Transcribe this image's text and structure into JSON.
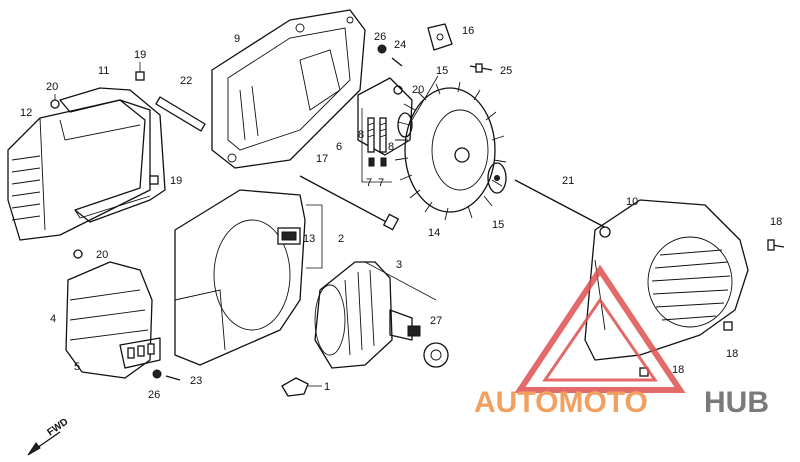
{
  "diagram": {
    "callouts": [
      {
        "id": "c1",
        "text": "1"
      },
      {
        "id": "c2",
        "text": "2"
      },
      {
        "id": "c3",
        "text": "3"
      },
      {
        "id": "c4",
        "text": "4"
      },
      {
        "id": "c5",
        "text": "5"
      },
      {
        "id": "c6",
        "text": "6"
      },
      {
        "id": "c7a",
        "text": "7"
      },
      {
        "id": "c7b",
        "text": "7"
      },
      {
        "id": "c8a",
        "text": "8"
      },
      {
        "id": "c8b",
        "text": "8"
      },
      {
        "id": "c9",
        "text": "9"
      },
      {
        "id": "c10",
        "text": "10"
      },
      {
        "id": "c11",
        "text": "11"
      },
      {
        "id": "c12",
        "text": "12"
      },
      {
        "id": "c13",
        "text": "13"
      },
      {
        "id": "c14",
        "text": "14"
      },
      {
        "id": "c15a",
        "text": "15"
      },
      {
        "id": "c15b",
        "text": "15"
      },
      {
        "id": "c16",
        "text": "16"
      },
      {
        "id": "c17",
        "text": "17"
      },
      {
        "id": "c18a",
        "text": "18"
      },
      {
        "id": "c18b",
        "text": "18"
      },
      {
        "id": "c18c",
        "text": "18"
      },
      {
        "id": "c19a",
        "text": "19"
      },
      {
        "id": "c19b",
        "text": "19"
      },
      {
        "id": "c20a",
        "text": "20"
      },
      {
        "id": "c20b",
        "text": "20"
      },
      {
        "id": "c20c",
        "text": "20"
      },
      {
        "id": "c21",
        "text": "21"
      },
      {
        "id": "c22",
        "text": "22"
      },
      {
        "id": "c23",
        "text": "23"
      },
      {
        "id": "c24",
        "text": "24"
      },
      {
        "id": "c25",
        "text": "25"
      },
      {
        "id": "c26a",
        "text": "26"
      },
      {
        "id": "c26b",
        "text": "26"
      },
      {
        "id": "c27",
        "text": "27"
      }
    ],
    "fwd_label": "FWD"
  },
  "watermark": {
    "part1": "AUTOMOTO",
    "part2": "HUB",
    "color_primary": "#f0a060",
    "color_secondary": "#7a7a7a",
    "triangle_color": "#e05050"
  }
}
